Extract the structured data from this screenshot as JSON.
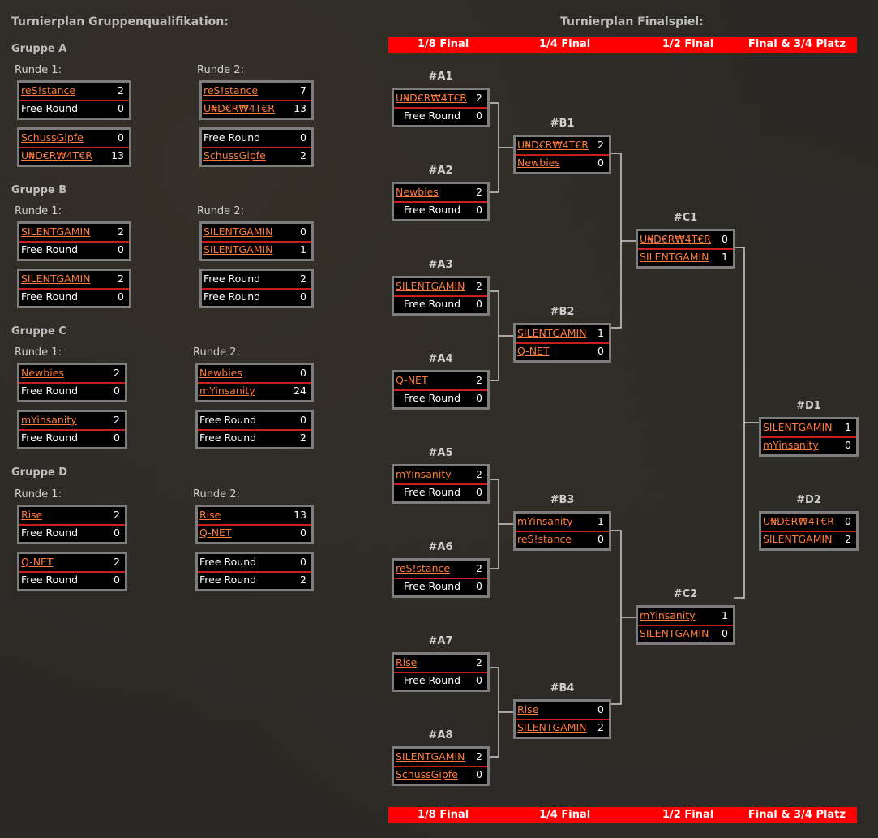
{
  "left_title": "Turnierplan Gruppenqualifikation:",
  "right_title": "Turnierplan Finalspiel:",
  "stage_labels": [
    "1/8 Final",
    "1/4 Final",
    "1/2 Final",
    "Final & 3/4 Platz"
  ],
  "groups": [
    {
      "name": "Gruppe A",
      "round1_label": "Runde 1:",
      "round2_label": "Runde 2:",
      "round1": [
        {
          "team1": "reS!stance",
          "score1": "2",
          "team2": "Free Round",
          "score2": "0"
        },
        {
          "team1": "SchussGipfe",
          "score1": "0",
          "team2": "U₦D€R₩4T€R",
          "score2": "13"
        }
      ],
      "round2": [
        {
          "team1": "reS!stance",
          "score1": "7",
          "team2": "U₦D€R₩4T€R",
          "score2": "13"
        },
        {
          "team1": "Free Round",
          "score1": "0",
          "team2": "SchussGipfe",
          "score2": "2"
        }
      ]
    },
    {
      "name": "Gruppe B",
      "round1_label": "Runde 1:",
      "round2_label": "Runde 2:",
      "round1": [
        {
          "team1": "SILENTGAMIN",
          "score1": "2",
          "team2": "Free Round",
          "score2": "0"
        },
        {
          "team1": "SILENTGAMIN",
          "score1": "2",
          "team2": "Free Round",
          "score2": "0"
        }
      ],
      "round2": [
        {
          "team1": "SILENTGAMIN",
          "score1": "0",
          "team2": "SILENTGAMIN",
          "score2": "1"
        },
        {
          "team1": "Free Round",
          "score1": "2",
          "team2": "Free Round",
          "score2": "0"
        }
      ]
    },
    {
      "name": "Gruppe C",
      "round1_label": "Runde 1:",
      "round2_label": "Runde 2:",
      "round1": [
        {
          "team1": "Newbies",
          "score1": "2",
          "team2": "Free Round",
          "score2": "0"
        },
        {
          "team1": "mYinsanity",
          "score1": "2",
          "team2": "Free Round",
          "score2": "0"
        }
      ],
      "round2": [
        {
          "team1": "Newbies",
          "score1": "0",
          "team2": "mYinsanity",
          "score2": "24"
        },
        {
          "team1": "Free Round",
          "score1": "0",
          "team2": "Free Round",
          "score2": "2"
        }
      ]
    },
    {
      "name": "Gruppe D",
      "round1_label": "Runde 1:",
      "round2_label": "Runde 2:",
      "round1": [
        {
          "team1": "Rise",
          "score1": "2",
          "team2": "Free Round",
          "score2": "0"
        },
        {
          "team1": "Q-NET",
          "score1": "2",
          "team2": "Free Round",
          "score2": "0"
        }
      ],
      "round2": [
        {
          "team1": "Rise",
          "score1": "13",
          "team2": "Q-NET",
          "score2": "0"
        },
        {
          "team1": "Free Round",
          "score1": "0",
          "team2": "Free Round",
          "score2": "2"
        }
      ]
    }
  ],
  "bracket": {
    "A1": {
      "label": "#A1",
      "team1": "U₦D€R₩4T€R",
      "score1": "2",
      "team2": "Free Round",
      "score2": "0"
    },
    "A2": {
      "label": "#A2",
      "team1": "Newbies",
      "score1": "2",
      "team2": "Free Round",
      "score2": "0"
    },
    "A3": {
      "label": "#A3",
      "team1": "SILENTGAMIN",
      "score1": "2",
      "team2": "Free Round",
      "score2": "0"
    },
    "A4": {
      "label": "#A4",
      "team1": "Q-NET",
      "score1": "2",
      "team2": "Free Round",
      "score2": "0"
    },
    "A5": {
      "label": "#A5",
      "team1": "mYinsanity",
      "score1": "2",
      "team2": "Free Round",
      "score2": "0"
    },
    "A6": {
      "label": "#A6",
      "team1": "reS!stance",
      "score1": "2",
      "team2": "Free Round",
      "score2": "0"
    },
    "A7": {
      "label": "#A7",
      "team1": "Rise",
      "score1": "2",
      "team2": "Free Round",
      "score2": "0"
    },
    "A8": {
      "label": "#A8",
      "team1": "SILENTGAMIN",
      "score1": "2",
      "team2": "SchussGipfe",
      "score2": "0"
    },
    "B1": {
      "label": "#B1",
      "team1": "U₦D€R₩4T€R",
      "score1": "2",
      "team2": "Newbies",
      "score2": "0"
    },
    "B2": {
      "label": "#B2",
      "team1": "SILENTGAMIN",
      "score1": "1",
      "team2": "Q-NET",
      "score2": "0"
    },
    "B3": {
      "label": "#B3",
      "team1": "mYinsanity",
      "score1": "1",
      "team2": "reS!stance",
      "score2": "0"
    },
    "B4": {
      "label": "#B4",
      "team1": "Rise",
      "score1": "0",
      "team2": "SILENTGAMIN",
      "score2": "2"
    },
    "C1": {
      "label": "#C1",
      "team1": "U₦D€R₩4T€R",
      "score1": "0",
      "team2": "SILENTGAMIN",
      "score2": "1"
    },
    "C2": {
      "label": "#C2",
      "team1": "mYinsanity",
      "score1": "1",
      "team2": "SILENTGAMIN",
      "score2": "0"
    },
    "D1": {
      "label": "#D1",
      "team1": "SILENTGAMIN",
      "score1": "1",
      "team2": "mYinsanity",
      "score2": "0"
    },
    "D2": {
      "label": "#D2",
      "team1": "U₦D€R₩4T€R",
      "score1": "0",
      "team2": "SILENTGAMIN",
      "score2": "2"
    }
  },
  "colors": {
    "accent": "#ff0000",
    "team_link": "#ff7a3c",
    "divider": "#c81e1e",
    "box_border": "#7d7d7d"
  }
}
